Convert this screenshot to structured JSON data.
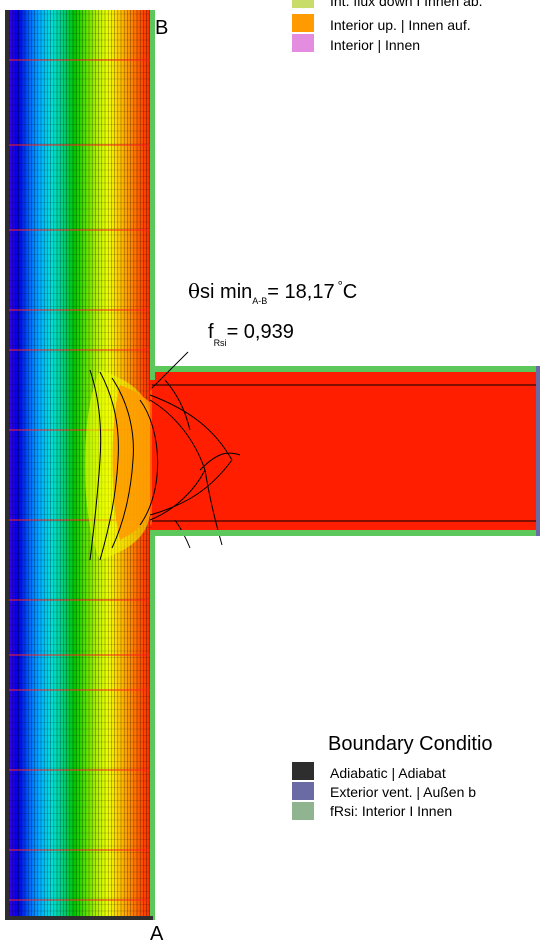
{
  "labels": {
    "point_b": "B",
    "point_a": "A",
    "theta_symbol": "θ",
    "theta_rest": "si min",
    "theta_sub": "A-B",
    "theta_value": "= 18,17",
    "theta_deg": "°",
    "theta_unit": "C",
    "f_main": "f",
    "f_sub": "Rsi",
    "f_value": "= 0,939"
  },
  "legend_top": [
    {
      "text": "Int. flux down  I  Innen ab.",
      "color": "#c8dc6a"
    },
    {
      "text": "Interior up. |  Innen auf.",
      "color": "#ff9a00"
    },
    {
      "text": "Interior |  Innen",
      "color": "#e48ce0"
    }
  ],
  "boundary": {
    "title": "Boundary Conditio",
    "items": [
      {
        "text": "Adiabatic |  Adiabat",
        "color": "#2e2e2e"
      },
      {
        "text": "Exterior vent. |  Außen b",
        "color": "#6a6aa4"
      },
      {
        "text": "fRsi: Interior   I   Innen",
        "color": "#8fb48f"
      }
    ]
  },
  "colors": {
    "gradient": [
      "#4a00ff",
      "#0000e0",
      "#0068ff",
      "#00b4ff",
      "#00e0d8",
      "#00d080",
      "#00c800",
      "#58e000",
      "#b4f000",
      "#f0ff00",
      "#ffc800",
      "#ff8c00",
      "#ff5000",
      "#ff1e00"
    ],
    "slab_red": "#ff1e00",
    "interior_green": "#5cc85c"
  }
}
